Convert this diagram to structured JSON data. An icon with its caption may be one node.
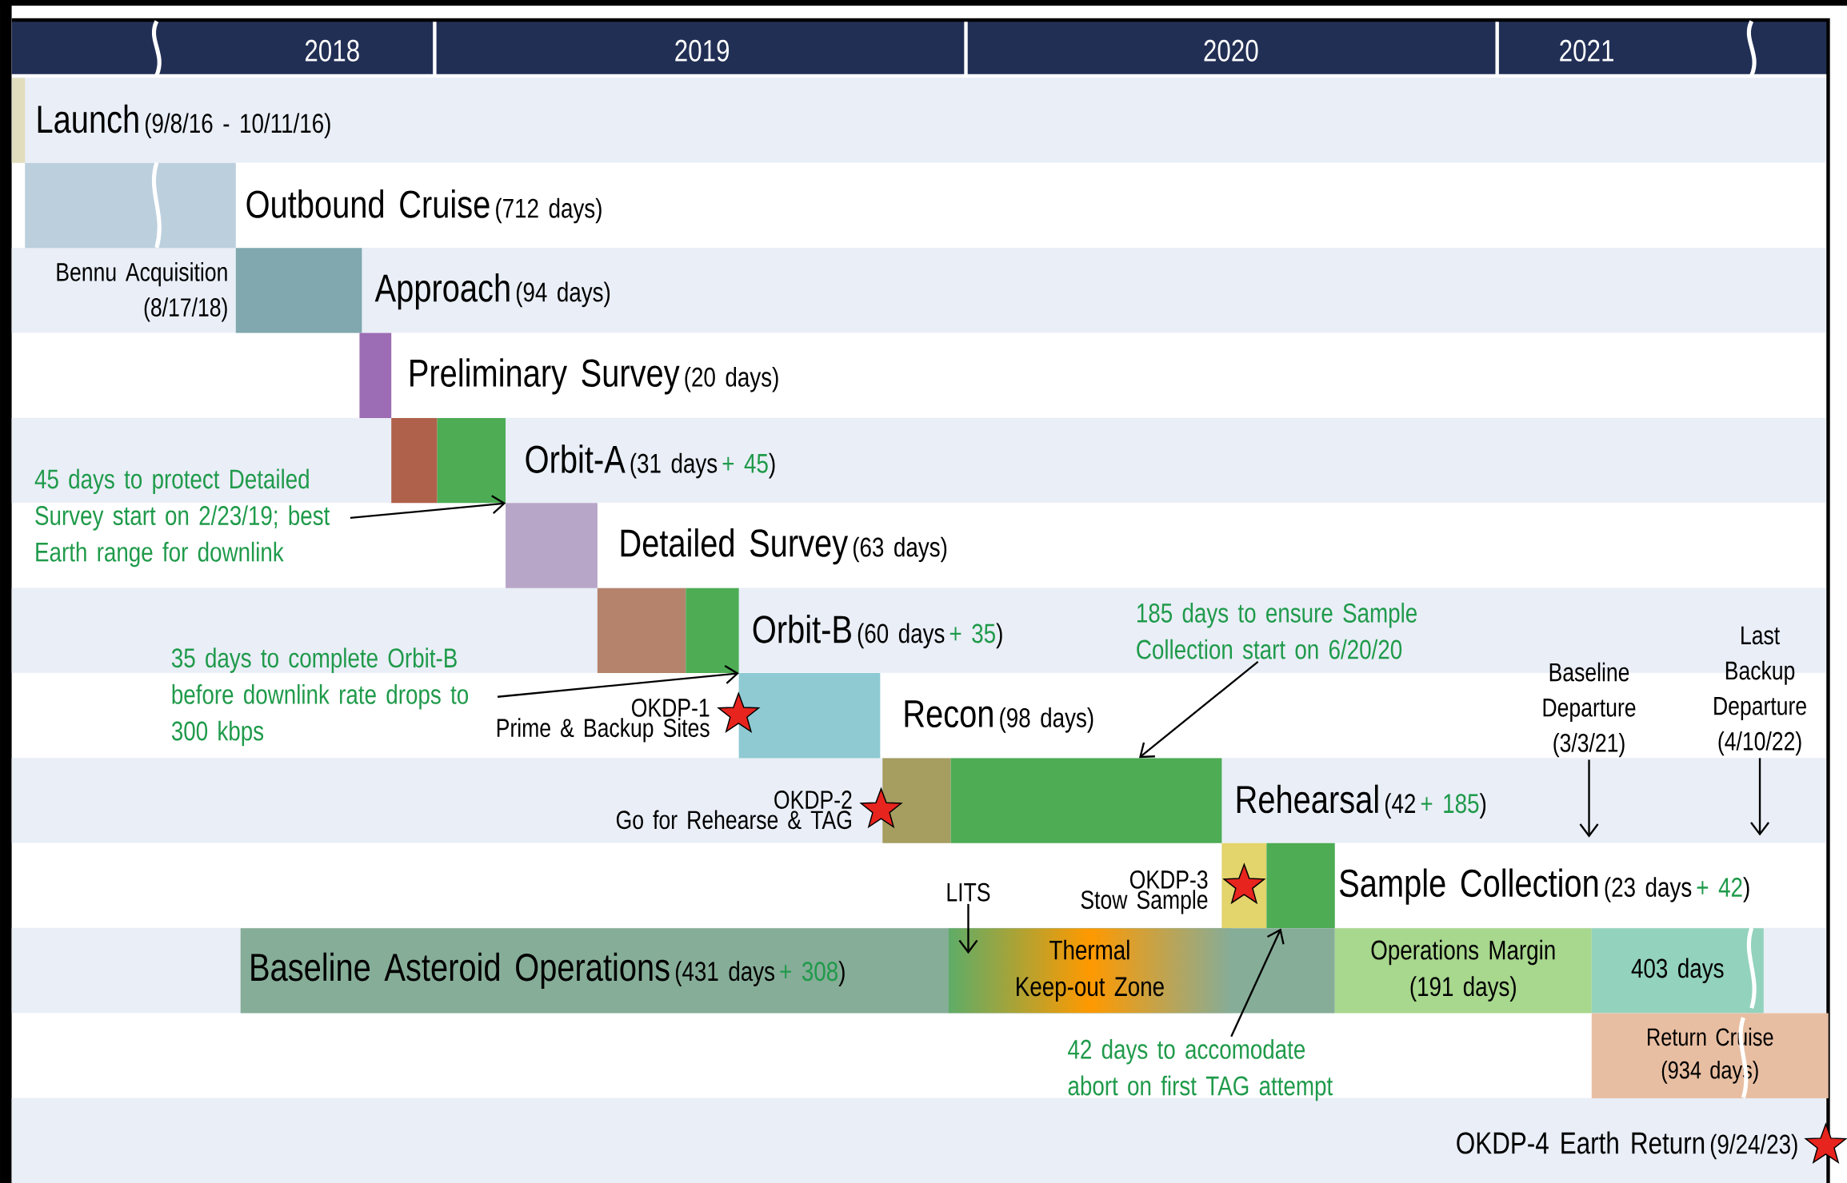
{
  "diagram": {
    "nodes": [
      {
        "text": [],
        "shape": "bar",
        "beside": [
          "Launch",
          "(9/8/16 - 10/11/16)"
        ]
      },
      {
        "text": [],
        "shape": "bar",
        "beside": [
          "Outbound Cruise",
          "(712 days)"
        ]
      },
      {
        "text": [],
        "shape": "bar",
        "beside": [
          "Approach",
          "(94 days)"
        ]
      },
      {
        "text": [],
        "shape": "bar",
        "beside": [
          "Preliminary Survey",
          "(20 days)"
        ]
      },
      {
        "text": [],
        "shape": "bar",
        "beside": [
          "Orbit-A",
          "(31 days",
          "+ 45",
          ")"
        ]
      },
      {
        "text": [],
        "shape": "bar"
      },
      {
        "text": [],
        "shape": "bar",
        "beside": [
          "Detailed Survey",
          "(63 days)"
        ]
      },
      {
        "text": [],
        "shape": "bar",
        "beside": [
          "Orbit-B",
          "(60 days",
          "+ 35",
          ")"
        ]
      },
      {
        "text": [],
        "shape": "bar"
      },
      {
        "text": [],
        "shape": "bar",
        "beside": [
          "Recon",
          "(98 days)"
        ]
      },
      {
        "text": [],
        "shape": "bar",
        "beside": [
          "Rehearsal",
          "(42",
          "+ 185",
          ")"
        ]
      },
      {
        "text": [],
        "shape": "bar"
      },
      {
        "text": [],
        "shape": "bar",
        "beside": [
          "Sample Collection",
          "(23 days",
          "+ 42",
          ")"
        ]
      },
      {
        "text": [],
        "shape": "bar"
      },
      {
        "text": [
          "Baseline Asteroid Operations",
          "(431 days",
          "+ 308",
          ")"
        ]
      },
      {
        "text": [
          "Thermal Keep-out Zone"
        ],
        "in": 14
      },
      {
        "text": [
          "Operations Margin (191 days)"
        ]
      },
      {
        "text": [
          "403 days"
        ]
      },
      {
        "text": [
          "Return Cruise (934 days)"
        ]
      },
      {
        "text": [],
        "shape": "star",
        "beside": [
          "OKDP-1",
          "Prime & Backup Sites"
        ]
      },
      {
        "text": [],
        "shape": "star",
        "beside": [
          "OKDP-2",
          "Go for Rehearse & TAG"
        ]
      },
      {
        "text": [],
        "shape": "star",
        "beside": [
          "OKDP-3",
          "Stow Sample"
        ],
        "in": 12
      },
      {
        "text": [],
        "shape": "star",
        "beside": [
          "OKDP-4 Earth Return",
          "(9/24/23)"
        ]
      },
      {
        "text": [
          "45 days to protect Detailed Survey start on 2/23/19; best Earth range for downlink"
        ]
      },
      {
        "text": [
          "35 days to complete Orbit-B before downlink rate drops to 300 kbps"
        ]
      },
      {
        "text": [
          "185 days to ensure Sample Collection start on 6/20/20"
        ]
      },
      {
        "text": [
          "42 days to accomodate abort on first TAG attempt"
        ]
      },
      {
        "text": [
          "LITS"
        ]
      },
      {
        "text": [
          "Baseline Departure (3/3/21)"
        ]
      },
      {
        "text": [
          "Last Backup Departure (4/10/22)"
        ]
      }
    ],
    "edges": [
      {
        "from": 23,
        "to": 5,
        "arrow": "to"
      },
      {
        "from": 24,
        "to": 8,
        "arrow": "to"
      },
      {
        "from": 25,
        "to": 11,
        "arrow": "to"
      },
      {
        "from": 26,
        "to": 13,
        "arrow": "to"
      },
      {
        "from": 27,
        "to": 15,
        "arrow": "to"
      },
      {
        "from": 28,
        "to": null,
        "arrow": "to"
      },
      {
        "from": 29,
        "to": null,
        "arrow": "to"
      }
    ],
    "labels": [
      "2018",
      "2019",
      "2020",
      "2021",
      "Bennu Acquisition (8/17/18)"
    ]
  }
}
